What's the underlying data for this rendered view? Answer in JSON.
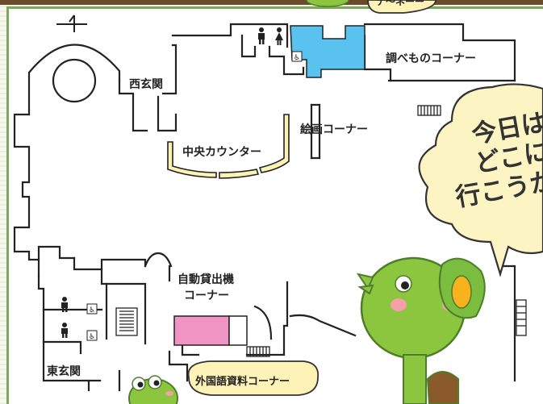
{
  "map": {
    "labels": {
      "west_entrance": "西玄関",
      "reference_corner": "調べものコーナー",
      "painting_corner": "絵画コーナー",
      "central_counter": "中央カウンター",
      "auto_lending_line1": "自動貸出機",
      "auto_lending_line2": "コーナー",
      "east_entrance": "東玄関",
      "foreign_materials_corner": "外国語資料コーナー",
      "top_tag_fragment": "ナ〜ネーー"
    },
    "speech_bubble": {
      "line1": "今日は",
      "line2": "どこに",
      "line3": "行こうか"
    },
    "colors": {
      "reference_room": "#5ac2ee",
      "lending_room": "#f095c3",
      "counter": "#fbf2b3",
      "tag": "#fdf3b7",
      "frame": "#7ea75b",
      "mascot_body": "#8cc63f",
      "mascot_outline": "#4e7d2b"
    },
    "icons": [
      "north-arrow-icon",
      "toilet-male-icon",
      "toilet-female-icon",
      "wheelchair-icon",
      "stairs-icon"
    ]
  }
}
